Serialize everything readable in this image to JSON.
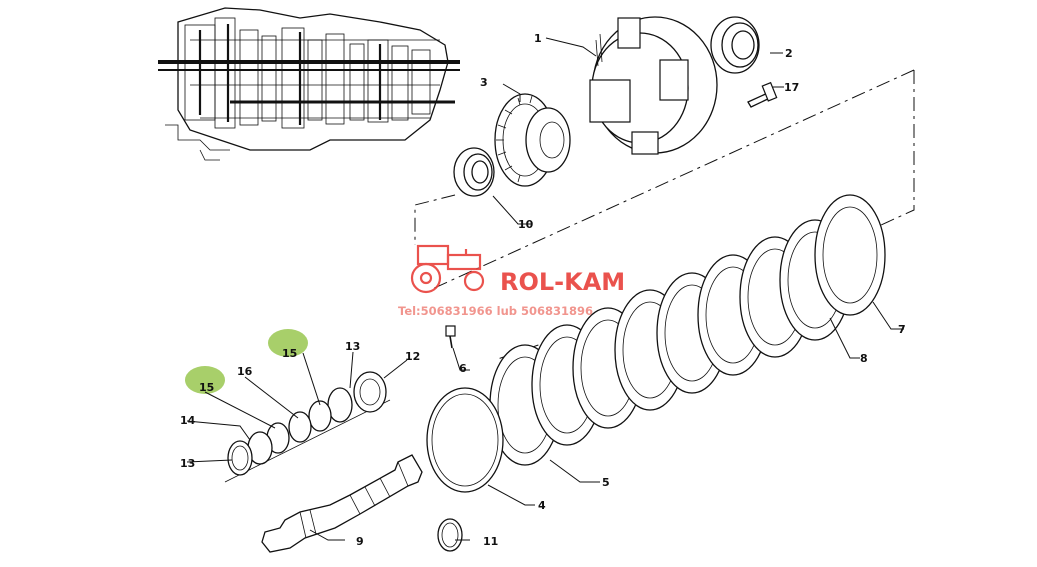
{
  "callouts": [
    {
      "id": "c1",
      "label": "1"
    },
    {
      "id": "c2",
      "label": "2"
    },
    {
      "id": "c3",
      "label": "3"
    },
    {
      "id": "c4",
      "label": "4"
    },
    {
      "id": "c5",
      "label": "5"
    },
    {
      "id": "c6",
      "label": "6"
    },
    {
      "id": "c7",
      "label": "7"
    },
    {
      "id": "c8",
      "label": "8"
    },
    {
      "id": "c9",
      "label": "9"
    },
    {
      "id": "c10",
      "label": "10"
    },
    {
      "id": "c11",
      "label": "11"
    },
    {
      "id": "c12",
      "label": "12"
    },
    {
      "id": "c13a",
      "label": "13"
    },
    {
      "id": "c13b",
      "label": "13"
    },
    {
      "id": "c14",
      "label": "14"
    },
    {
      "id": "c15a",
      "label": "15"
    },
    {
      "id": "c15b",
      "label": "15"
    },
    {
      "id": "c16",
      "label": "16"
    },
    {
      "id": "c17",
      "label": "17"
    }
  ],
  "watermark": {
    "brand": "ROL-KAM",
    "contact": "Tel:506831966 lub 506831896",
    "color": "#e8403a"
  },
  "highlight_color": "#a8cf6a"
}
